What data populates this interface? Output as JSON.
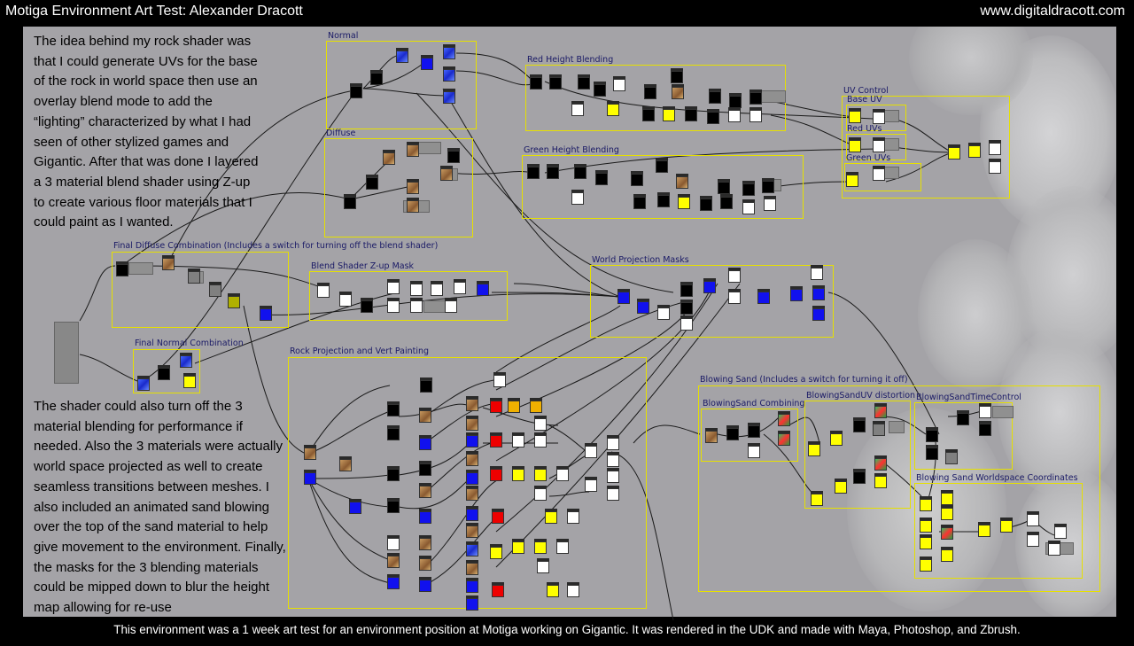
{
  "header": {
    "title": "Motiga Environment Art Test: Alexander Dracott",
    "url": "www.digitaldracott.com"
  },
  "intro_text": "The idea behind my rock shader was that I could generate UVs for the base of the rock in world space then use an overlay blend mode to add the “lighting” characterized by what I had seen of other stylized games and Gigantic. After that was done I layered a 3 material blend shader using Z-up to create various floor materials that I could paint as I wanted.",
  "second_text": "The shader could also turn off the 3 material blending for performance if needed. Also the 3 materials were actually world space projected as well to create seamless transitions between meshes.  I also included an animated sand blowing over the top of the sand material to help give movement to the environment. Finally, the masks for the 3 blending materials could be mipped down to blur the height map allowing for re-use",
  "footer": "This environment was a 1 week art test for an environment position at Motiga working on Gigantic. It was rendered in the UDK and made with Maya, Photoshop, and Zbrush.",
  "groups": [
    {
      "id": "normal",
      "label": "Normal"
    },
    {
      "id": "diffuse",
      "label": "Diffuse"
    },
    {
      "id": "red_height",
      "label": "Red Height Blending"
    },
    {
      "id": "green_height",
      "label": "Green Height Blending"
    },
    {
      "id": "uv_control",
      "label": "UV Control"
    },
    {
      "id": "base_uv",
      "label": "Base UV"
    },
    {
      "id": "red_uvs",
      "label": "Red UVs"
    },
    {
      "id": "green_uvs",
      "label": "Green UVs"
    },
    {
      "id": "final_diffuse",
      "label": "Final Diffuse Combination (Includes a switch for turning off the blend shader)"
    },
    {
      "id": "blend_mask",
      "label": "Blend Shader Z-up Mask"
    },
    {
      "id": "world_proj",
      "label": "World Projection Masks"
    },
    {
      "id": "final_normal",
      "label": "Final Normal Combination"
    },
    {
      "id": "rock_proj",
      "label": "Rock Projection and Vert Painting"
    },
    {
      "id": "blowing_sand",
      "label": "Blowing Sand (Includes a switch for turning it off)"
    },
    {
      "id": "bs_combining",
      "label": "BlowingSand Combining"
    },
    {
      "id": "bs_uv",
      "label": "BlowingSandUV distortion"
    },
    {
      "id": "bs_time",
      "label": "BlowingSandTimeControl"
    },
    {
      "id": "bs_world",
      "label": "Blowing Sand Worldspace Coordinates"
    }
  ]
}
